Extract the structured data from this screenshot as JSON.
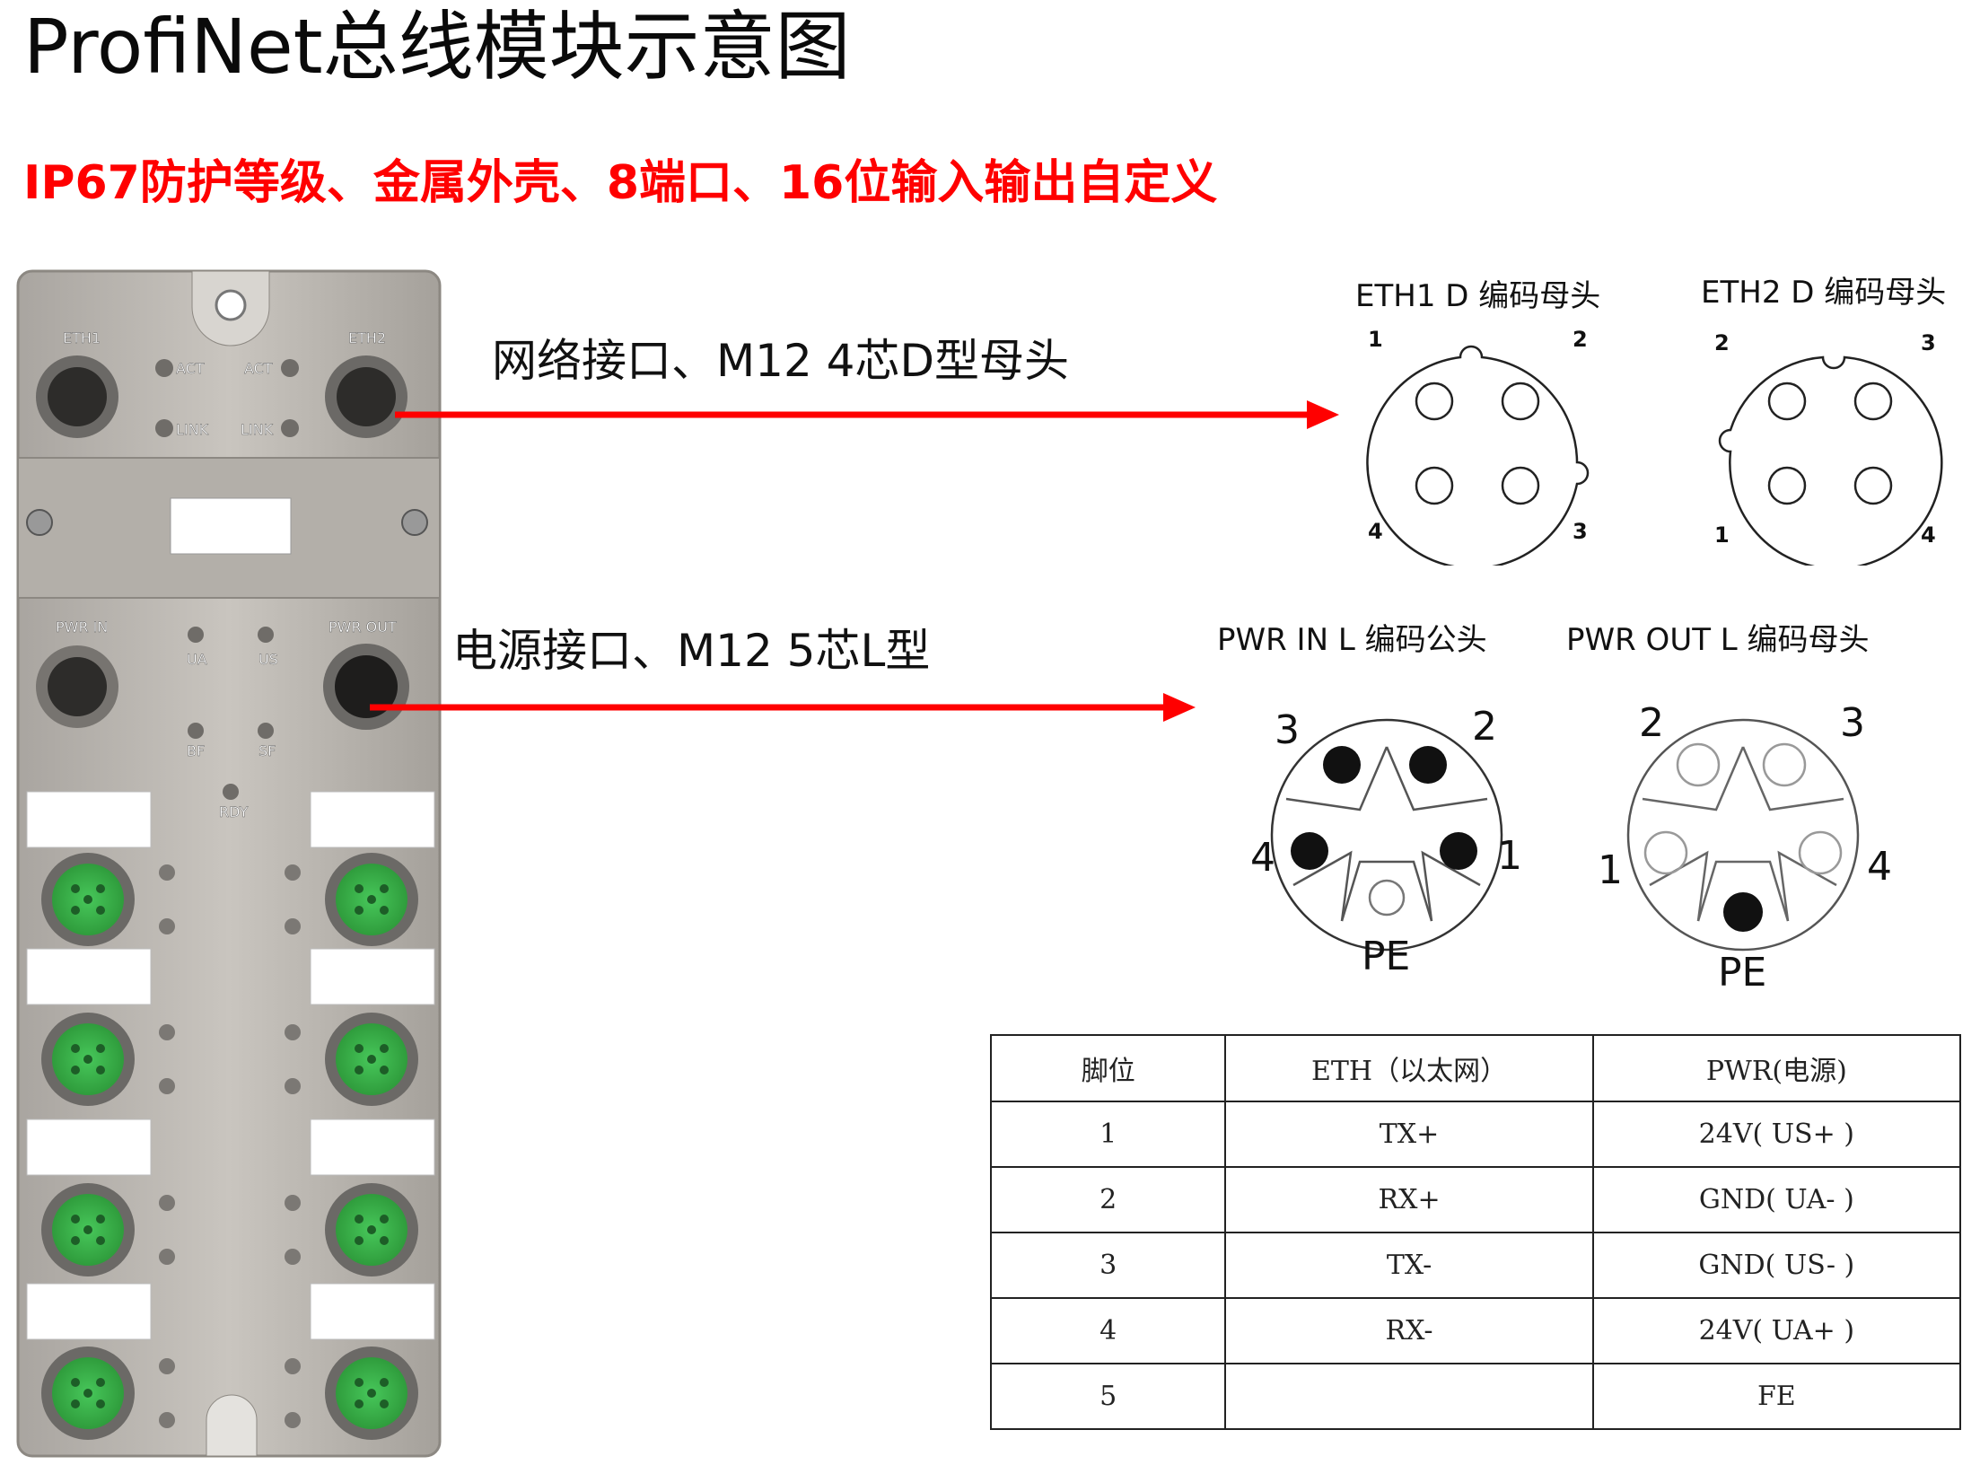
{
  "title": "ProfiNet总线模块示意图",
  "subtitle": "IP67防护等级、金属外壳、8端口、16位输入输出自定义",
  "callouts": {
    "network": "网络接口、M12   4芯D型母头",
    "power": "电源接口、M12   5芯L型"
  },
  "connectors": {
    "eth1": {
      "label": "ETH1   D 编码母头",
      "pins": [
        "1",
        "2",
        "4",
        "3"
      ]
    },
    "eth2": {
      "label": "ETH2 D 编码母头",
      "pins": [
        "2",
        "3",
        "1",
        "4"
      ]
    },
    "pwr_in": {
      "label": "PWR IN   L 编码公头",
      "pins": [
        "3",
        "2",
        "4",
        "1"
      ],
      "pe": "PE"
    },
    "pwr_out": {
      "label": "PWR OUT   L 编码母头",
      "pins": [
        "2",
        "3",
        "1",
        "4"
      ],
      "pe": "PE"
    }
  },
  "device": {
    "port_labels": {
      "eth1": "ETH1",
      "eth2": "ETH2",
      "pwr_in": "PWR IN",
      "pwr_out": "PWR OUT"
    },
    "led_labels": {
      "act_left": "ACT",
      "act_right": "ACT",
      "link_left": "LINK",
      "link_right": "LINK",
      "ua": "UA",
      "us": "US",
      "bf": "BF",
      "sf": "SF",
      "rdy": "RDY"
    }
  },
  "table": {
    "headers": [
      "脚位",
      "ETH（以太网）",
      "PWR(电源)"
    ],
    "rows": [
      [
        "1",
        "TX+",
        "24V( US+ )"
      ],
      [
        "2",
        "RX+",
        "GND( UA- )"
      ],
      [
        "3",
        "TX-",
        "GND( US- )"
      ],
      [
        "4",
        "RX-",
        "24V( UA+ )"
      ],
      [
        "5",
        "",
        "FE"
      ]
    ]
  },
  "colors": {
    "arrow": "#ff0000",
    "subtitle": "#ff0000",
    "port_green": "#3cb34a",
    "housing": "#b8b4ae"
  }
}
